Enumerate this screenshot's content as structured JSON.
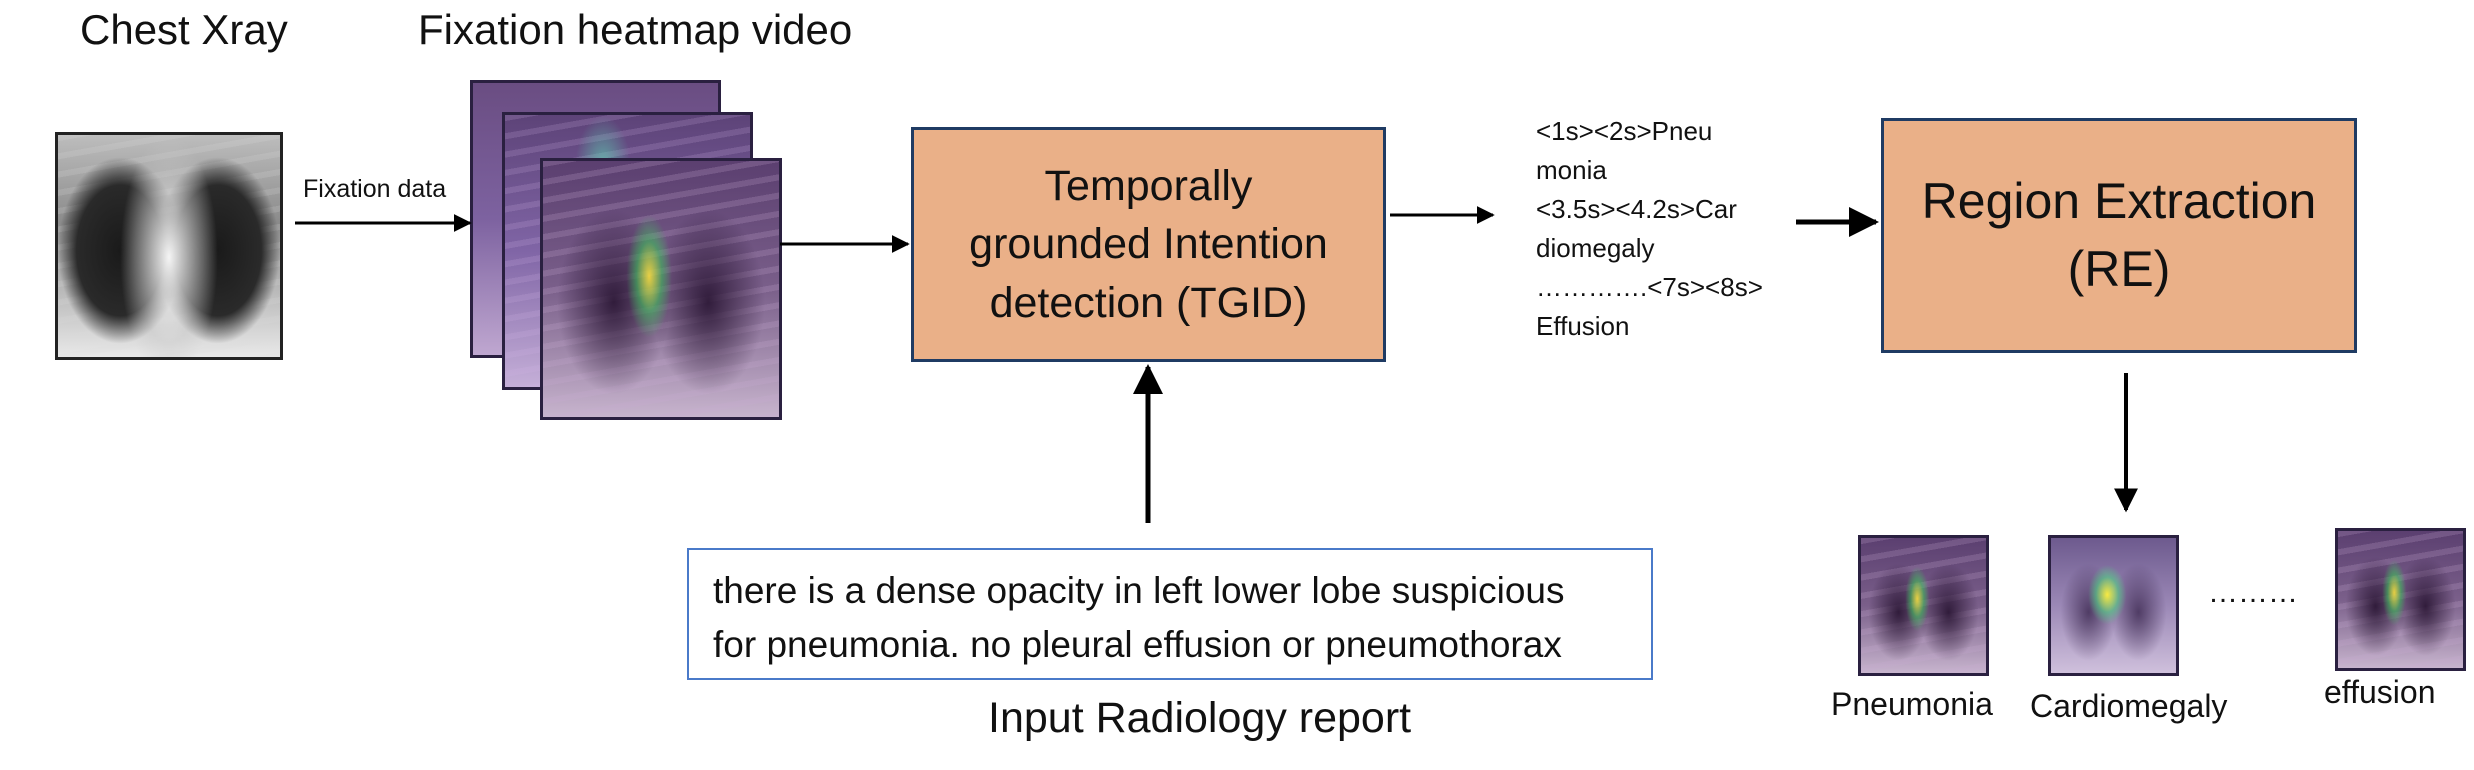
{
  "titles": {
    "chest_xray": "Chest Xray",
    "fixation_video": "Fixation heatmap video",
    "report_caption": "Input Radiology report"
  },
  "edges": {
    "fixation_data": "Fixation data"
  },
  "tgid": {
    "line1": "Temporally",
    "line2": "grounded Intention",
    "line3": "detection  (TGID)"
  },
  "sequence": {
    "line1": "<1s><2s>Pneu",
    "line2": "monia",
    "line3": "<3.5s><4.2s>Car",
    "line4": "diomegaly",
    "line5": "………….<7s><8s>",
    "line6": "Effusion"
  },
  "re": {
    "line1": "Region Extraction",
    "line2": "(RE)"
  },
  "report": {
    "line1": "there is a dense opacity in left lower lobe suspicious",
    "line2": "for pneumonia. no pleural effusion or pneumothorax"
  },
  "outputs": {
    "pneumonia": "Pneumonia",
    "cardiomegaly": "Cardiomegaly",
    "ellipsis": "………",
    "effusion": "effusion"
  }
}
